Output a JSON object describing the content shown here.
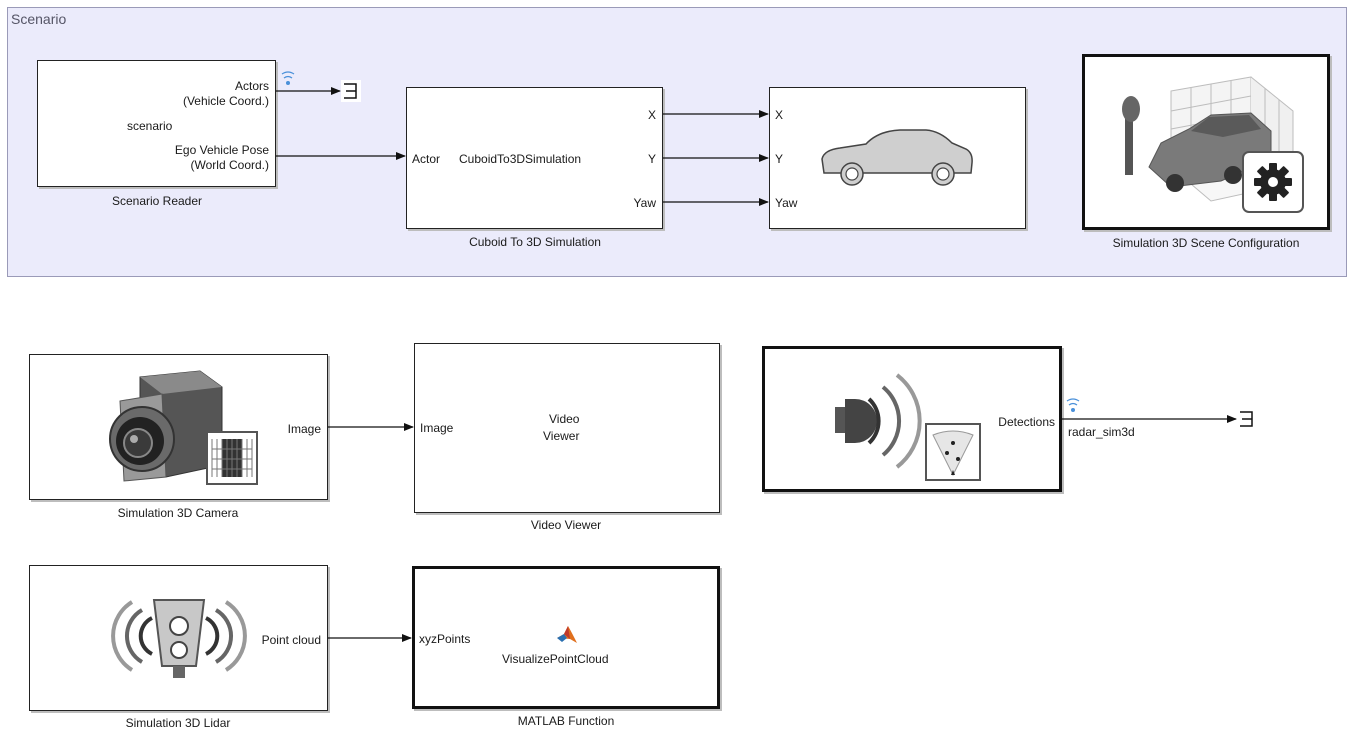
{
  "area": {
    "title": "Scenario"
  },
  "blocks": {
    "scenario_reader": {
      "name": "Scenario Reader",
      "ports_out": [
        "Actors",
        "(Vehicle Coord.)",
        "Ego Vehicle Pose",
        "(World Coord.)"
      ],
      "center_text": "scenario"
    },
    "cuboid": {
      "name": "Cuboid To 3D Simulation",
      "center_text": "CuboidTo3DSimulation",
      "port_in": "Actor",
      "ports_out": [
        "X",
        "Y",
        "Yaw"
      ]
    },
    "vehicle": {
      "ports_in": [
        "X",
        "Y",
        "Yaw"
      ]
    },
    "scene_config": {
      "name": "Simulation 3D Scene Configuration"
    },
    "camera": {
      "name": "Simulation 3D Camera",
      "port_out": "Image"
    },
    "video_viewer": {
      "name": "Video Viewer",
      "port_in": "Image",
      "center_text": [
        "Video",
        "Viewer"
      ]
    },
    "radar": {
      "name": "",
      "port_out": "Detections",
      "signal": "radar_sim3d"
    },
    "lidar": {
      "name": "Simulation 3D Lidar",
      "port_out": "Point cloud"
    },
    "matlab_fn": {
      "name": "MATLAB Function",
      "port_in": "xyzPoints",
      "center_text": "VisualizePointCloud"
    }
  },
  "colors": {
    "area_bg": "#ebebfb",
    "area_border": "#9a9ab8",
    "signal_icon": "#4a90d9",
    "matlab_orange": "#e0701e",
    "matlab_blue": "#2a6fb0"
  },
  "icons": [
    "terminator-icon",
    "signal-logging-icon",
    "car-icon",
    "gear-icon",
    "camera-icon",
    "radar-icon",
    "lidar-icon",
    "matlab-logo-icon"
  ]
}
